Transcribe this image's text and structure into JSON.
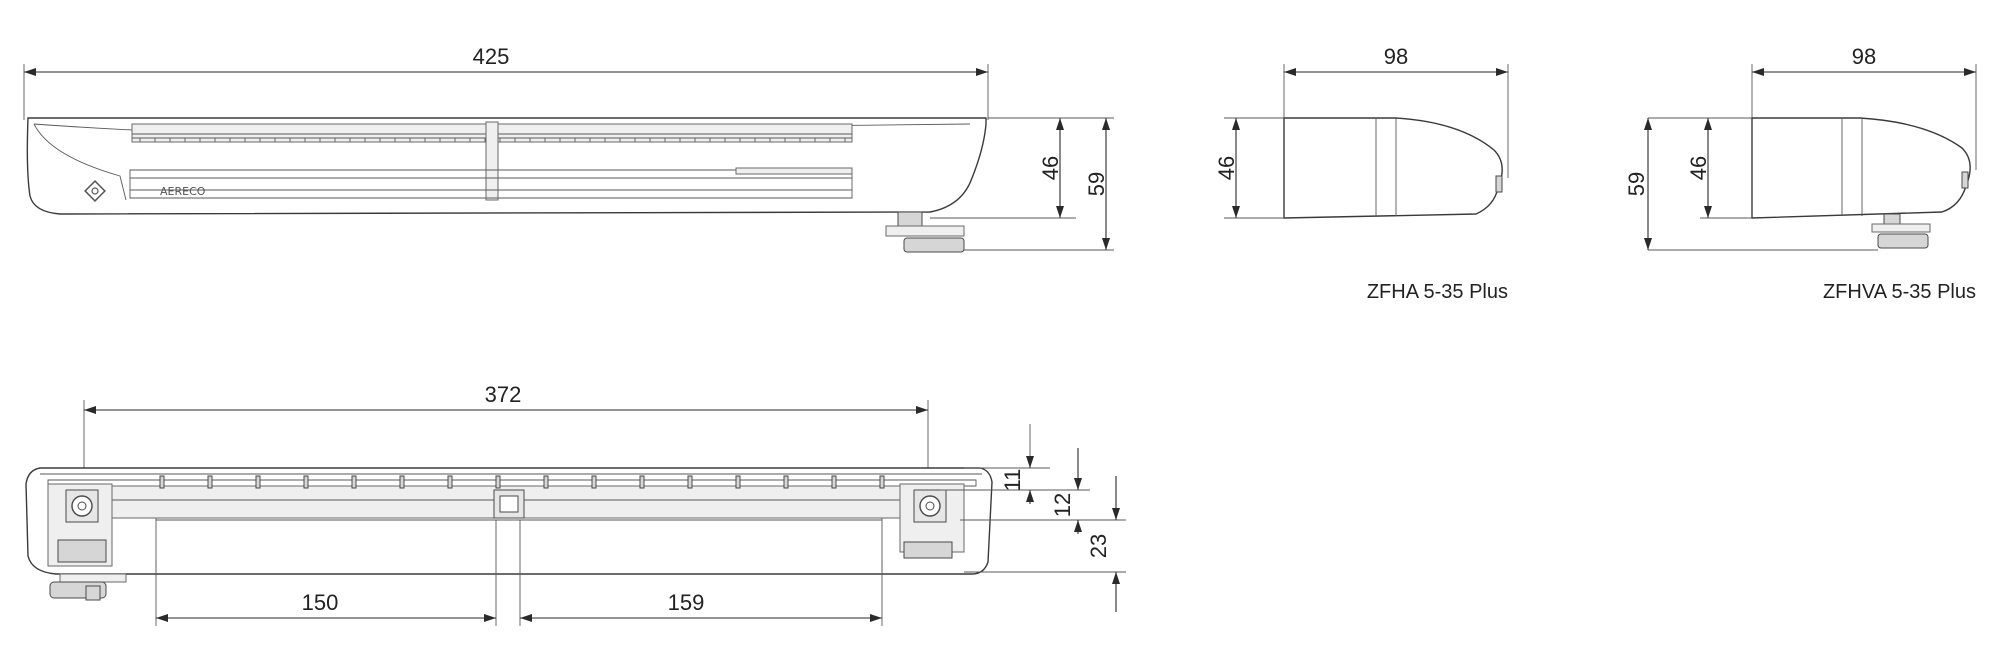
{
  "diagram": {
    "front_view": {
      "overall_width": "425",
      "height_body": "46",
      "height_total": "59",
      "brand_text": "AERECO"
    },
    "side_view_zfha": {
      "depth": "98",
      "height": "46",
      "label": "ZFHA 5-35 Plus"
    },
    "side_view_zfhva": {
      "depth": "98",
      "height_body": "46",
      "height_total": "59",
      "label": "ZFHVA 5-35 Plus"
    },
    "bottom_view": {
      "fixing_distance": "372",
      "left_span": "150",
      "right_span": "159",
      "offset_top": "11",
      "offset_middle": "12",
      "offset_bottom": "23"
    }
  },
  "colors": {
    "line": "#3a3a3a",
    "text": "#222222",
    "background": "#ffffff"
  }
}
